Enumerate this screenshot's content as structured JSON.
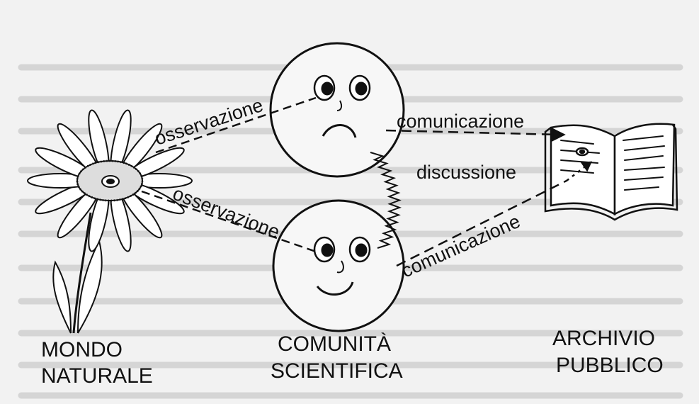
{
  "diagram": {
    "labels": {
      "observation_top": "osservazione",
      "observation_bottom": "osservazione",
      "communication_top": "comunicazione",
      "discussion": "discussione",
      "communication_bottom": "comunicazione"
    },
    "captions": {
      "nature_line1": "MONDO",
      "nature_line2": "NATURALE",
      "community_line1": "COMUNITÀ",
      "community_line2": "SCIENTIFICA",
      "archive_line1": "ARCHIVIO",
      "archive_line2": "PUBBLICO"
    }
  }
}
